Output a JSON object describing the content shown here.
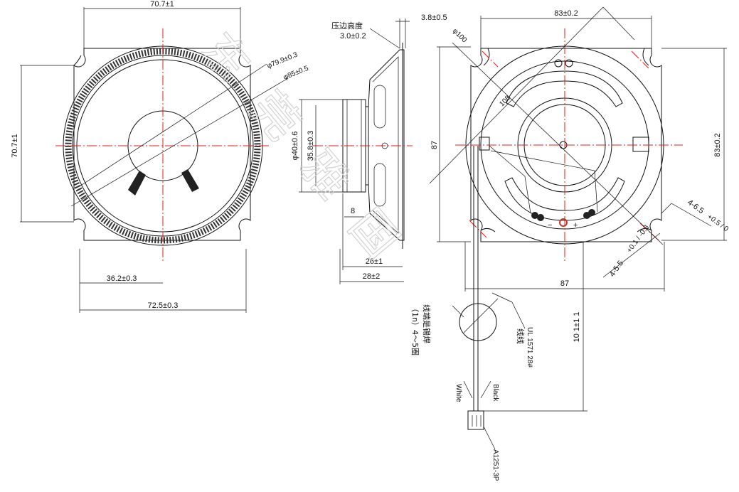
{
  "front_view": {
    "width_top": "70.7±1",
    "height_left": "70.7±1",
    "dia_inner": "φ79.9±0.3",
    "dia_outer": "φ85±0.5",
    "half_width": "36.2±0.3",
    "overall_width": "72.5±0.3"
  },
  "side_view": {
    "edge_height_label": "压边高度",
    "edge_height_value": "3.0±0.2",
    "top_offset": "3.8±0.5",
    "magnet_dia": "φ40±0.6",
    "magnet_inner": "35.8±0.3",
    "magnet_thick": "8",
    "depth_1": "26±1",
    "depth_2": "28±2"
  },
  "rear_view": {
    "width_top": "83±0.2",
    "dia_100": "φ100",
    "diag_108": "108",
    "height_left": "87",
    "height_right": "83±0.2",
    "hole_spec": "4-6.5",
    "hole_tol": "+0.5 / 0",
    "slot_spec": "4-5.5",
    "slot_tol": "+0.1 / -0.3",
    "width_bottom": "87",
    "terminal_minus": "−",
    "terminal_plus": "+"
  },
  "wire": {
    "note_line1": "线端是锡焊",
    "note_line2": "（1n）4～5圈",
    "cable_spec": "UL 1571 28#",
    "cable_cn": "线线",
    "length": "10 1±1 1",
    "white": "White",
    "black": "Black",
    "connector": "A1251-3P"
  },
  "watermark": "东莞雅国"
}
